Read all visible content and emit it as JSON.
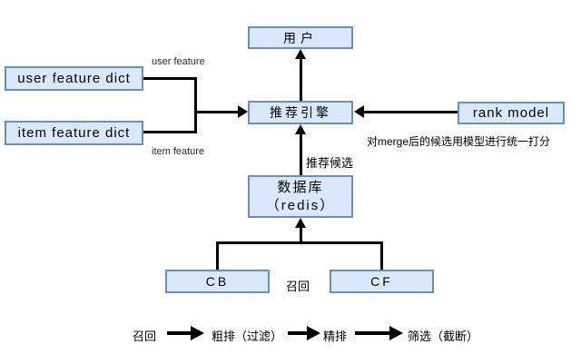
{
  "diagram": {
    "nodes": {
      "user": "用户",
      "engine": "推荐引擎",
      "rank_model": "rank model",
      "user_feature_dict": "user feature dict",
      "item_feature_dict": "item feature dict",
      "database_line1": "数据库",
      "database_line2": "（redis）",
      "cb": "CB",
      "cf": "CF"
    },
    "edge_labels": {
      "user_feature": "user feature",
      "item_feature": "item feature",
      "recommend_candidate": "推荐候选",
      "rank_note": "对merge后的候选用模型进行统一打分",
      "recall": "召回"
    },
    "legend": {
      "steps": [
        "召回",
        "粗排（过滤）",
        "精排",
        "筛选（截断）"
      ]
    },
    "colors": {
      "node_fill": "#dae8fc",
      "node_border": "#6c8ebf",
      "arrow": "#000000",
      "background": "#ffffff"
    }
  }
}
